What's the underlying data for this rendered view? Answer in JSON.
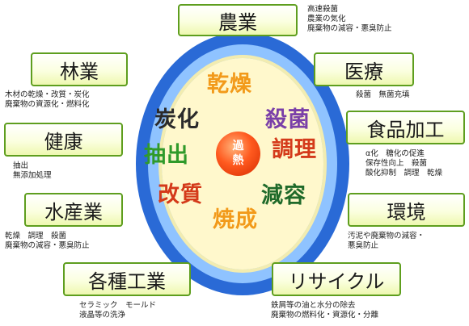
{
  "center": {
    "line1": "過",
    "line2": "熱"
  },
  "processes": [
    {
      "label": "乾燥"
    },
    {
      "label": "炭化"
    },
    {
      "label": "殺菌"
    },
    {
      "label": "抽出"
    },
    {
      "label": "調理"
    },
    {
      "label": "改質"
    },
    {
      "label": "減容"
    },
    {
      "label": "焼成"
    }
  ],
  "industries": [
    {
      "label": "農業",
      "notes": [
        "高速殺菌",
        "農業の気化",
        "廃棄物の減容・悪臭防止"
      ]
    },
    {
      "label": "林業",
      "notes": [
        "木材の乾燥・改質・炭化",
        "廃棄物の資源化・燃料化"
      ]
    },
    {
      "label": "医療",
      "notes": [
        "殺菌　無菌充填"
      ]
    },
    {
      "label": "健康",
      "notes": [
        "抽出",
        "無添加処理"
      ]
    },
    {
      "label": "食品加工",
      "notes": [
        "α化　糖化の促進",
        "保存性向上　殺菌",
        "酸化抑制　調理　乾燥"
      ]
    },
    {
      "label": "水産業",
      "notes": [
        "乾燥　調理　殺菌",
        "廃棄物の減容・悪臭防止"
      ]
    },
    {
      "label": "環境",
      "notes": [
        "汚泥や廃棄物の減容・",
        "悪臭防止"
      ]
    },
    {
      "label": "各種工業",
      "notes": [
        "セラミック　モールド",
        "液晶等の洗浄"
      ]
    },
    {
      "label": "リサイクル",
      "notes": [
        "鉄屑等の油と水分の除去",
        "廃棄物の燃料化・資源化・分離"
      ]
    }
  ]
}
